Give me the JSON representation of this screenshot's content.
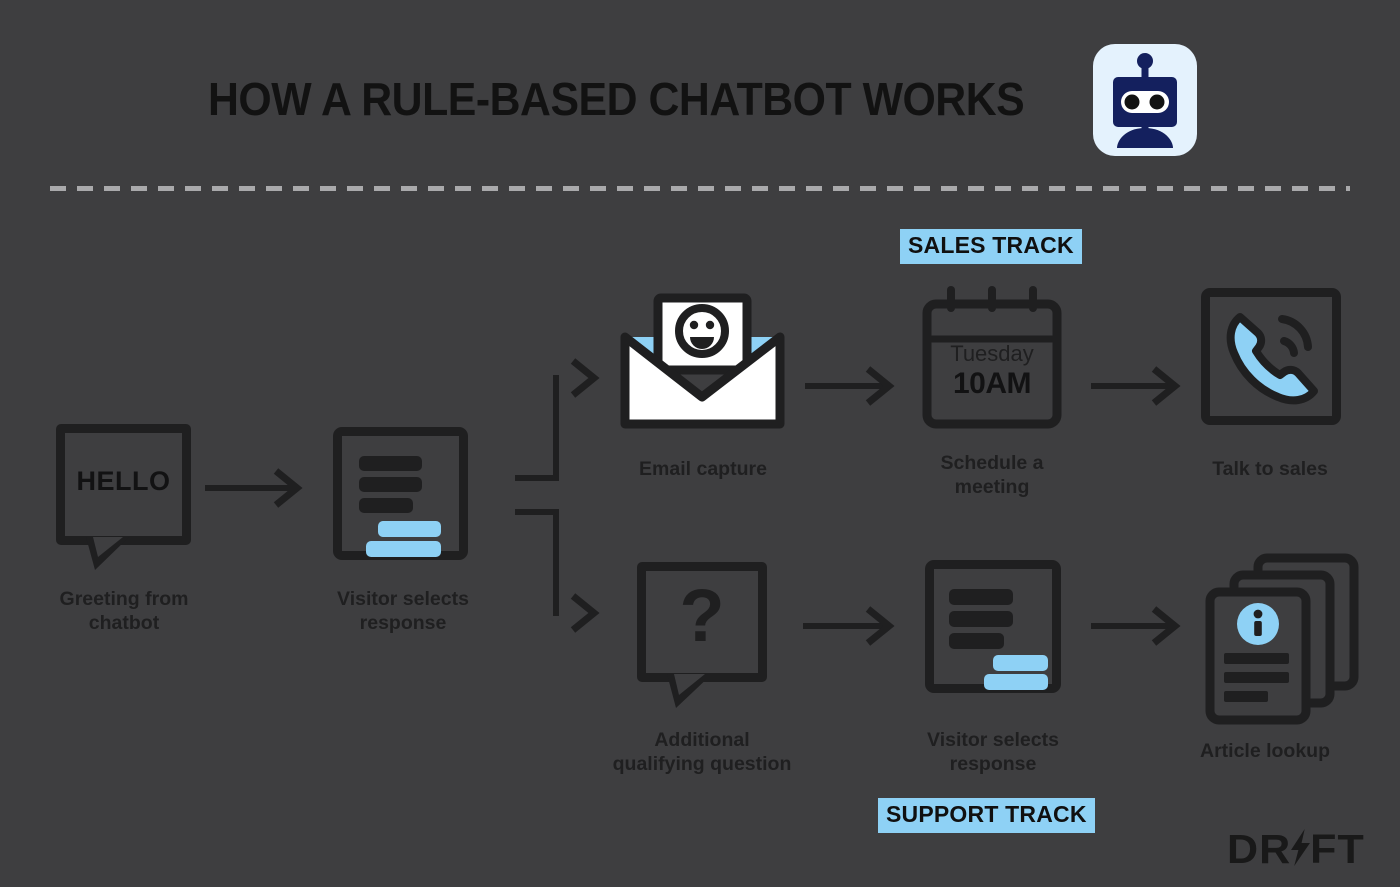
{
  "page": {
    "title": "HOW A RULE-BASED CHATBOT WORKS",
    "background_color": "#3e3e40",
    "accent_blue": "#8ed1f5",
    "ink_color": "#1f1f20",
    "robot_badge_bg": "#e4f2fd",
    "robot_body_color": "#14205e",
    "divider_color": "#a9a9ab"
  },
  "brand": {
    "logo_before": "DR",
    "logo_after": "FT",
    "logo_full": "DRIFT",
    "bolt_icon": "lightning-bolt-icon"
  },
  "tracks": {
    "sales": {
      "label": "SALES TRACK",
      "bg": "#8ed1f5"
    },
    "support": {
      "label": "SUPPORT TRACK",
      "bg": "#8ed1f5"
    }
  },
  "flow": {
    "start": [
      {
        "id": "greeting",
        "label": "Greeting from\nchatbot",
        "icon": "speech-bubble-icon",
        "bubble_text": "HELLO"
      },
      {
        "id": "visitor-selects-1",
        "label": "Visitor selects\nresponse",
        "icon": "chat-response-box-icon"
      }
    ],
    "sales_track": [
      {
        "id": "email-capture",
        "label": "Email capture",
        "icon": "open-envelope-icon"
      },
      {
        "id": "schedule-meeting",
        "label": "Schedule a\nmeeting",
        "icon": "calendar-icon",
        "calendar_day": "Tuesday",
        "calendar_time": "10AM"
      },
      {
        "id": "talk-to-sales",
        "label": "Talk to sales",
        "icon": "phone-call-icon"
      }
    ],
    "support_track": [
      {
        "id": "qualifying-question",
        "label": "Additional\nqualifying question",
        "icon": "question-bubble-icon",
        "bubble_text": "?"
      },
      {
        "id": "visitor-selects-2",
        "label": "Visitor selects\nresponse",
        "icon": "chat-response-box-icon"
      },
      {
        "id": "article-lookup",
        "label": "Article lookup",
        "icon": "document-stack-info-icon"
      }
    ]
  }
}
